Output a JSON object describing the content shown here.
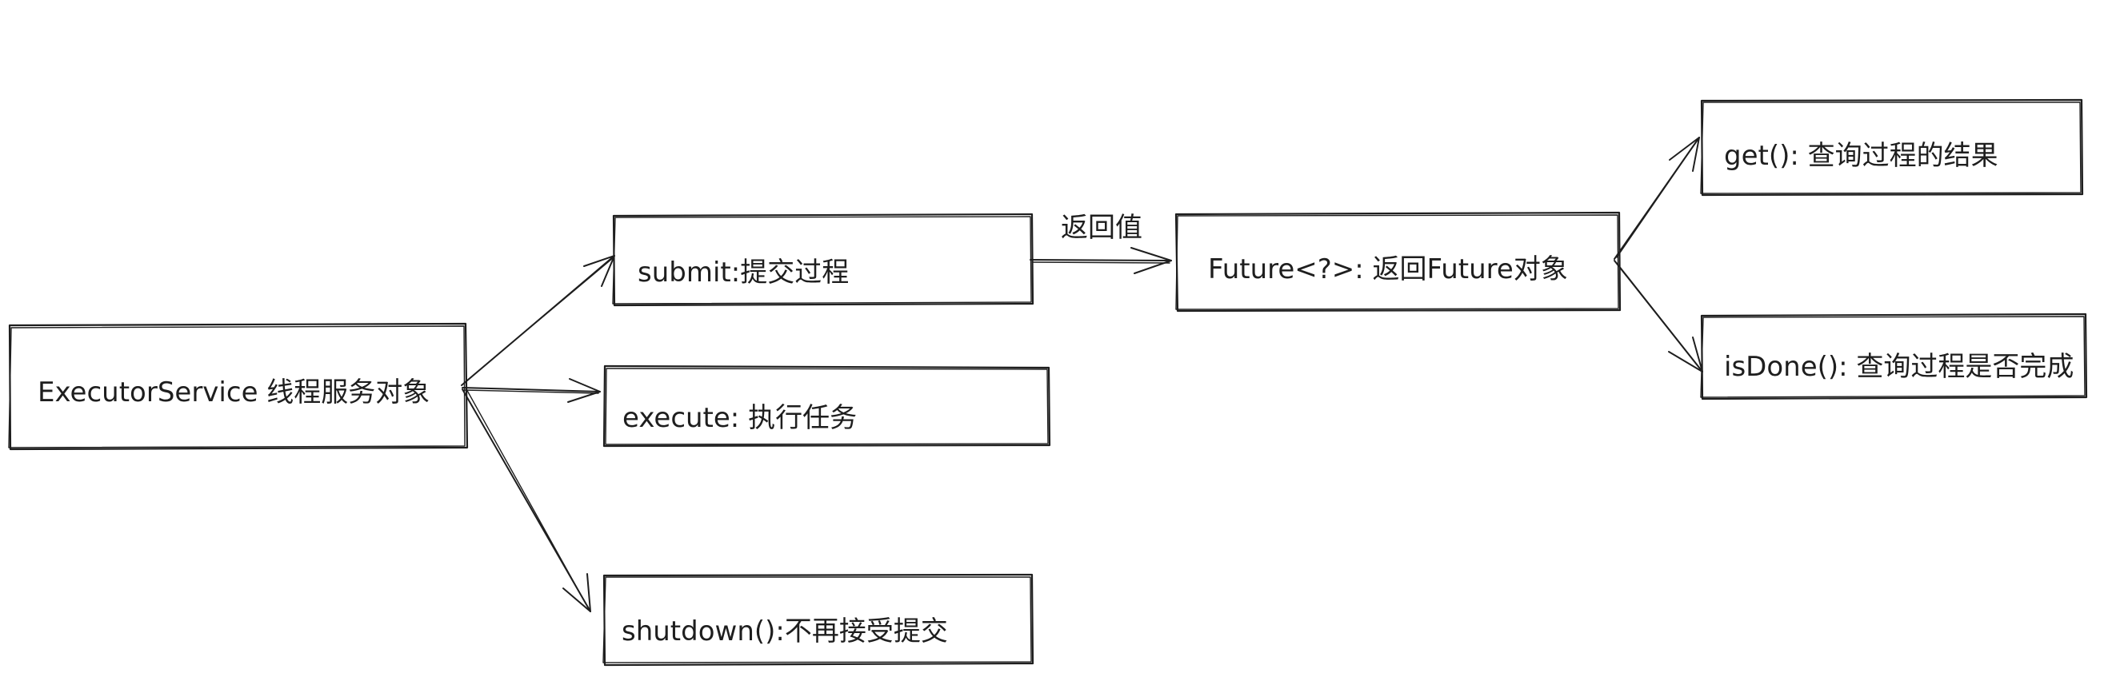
{
  "nodes": {
    "executor_service": "ExecutorService 线程服务对象",
    "submit": "submit:提交过程",
    "execute": "execute: 执行任务",
    "shutdown": "shutdown():不再接受提交",
    "future": "Future<?>: 返回Future对象",
    "get": "get(): 查询过程的结果",
    "is_done": "isDone(): 查询过程是否完成"
  },
  "edges": {
    "submit_to_future_label": "返回值"
  },
  "colors": {
    "stroke": "#1e1e1e",
    "background": "#ffffff"
  }
}
